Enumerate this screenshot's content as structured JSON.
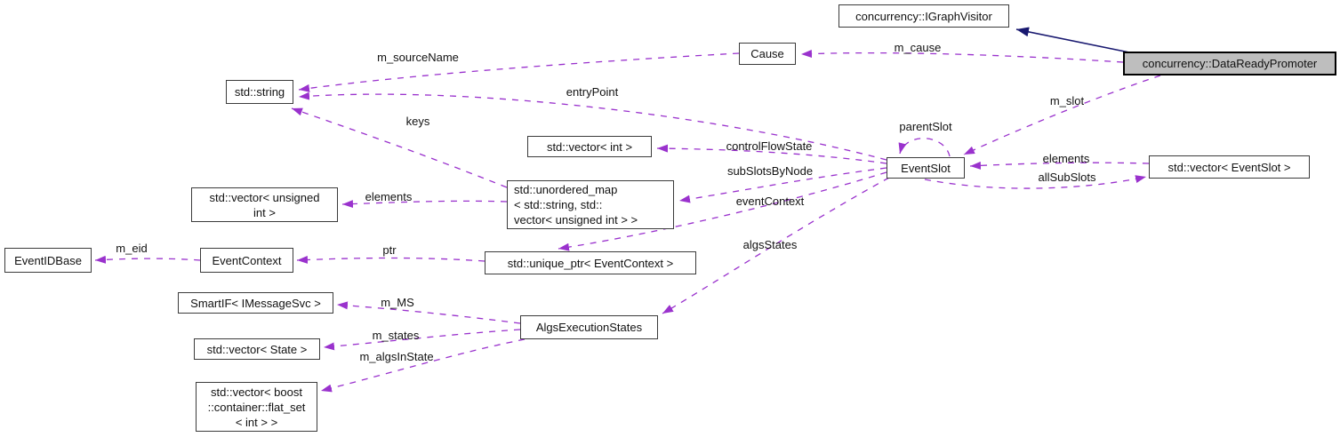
{
  "diagram": {
    "type": "collaboration-graph",
    "nodes": {
      "igraphvisitor": {
        "label": "concurrency::IGraphVisitor"
      },
      "datareadypromoter": {
        "label": "concurrency::DataReadyPromoter"
      },
      "cause": {
        "label": "Cause"
      },
      "stdstring": {
        "label": "std::string"
      },
      "vector_int": {
        "label": "std::vector< int >"
      },
      "unordered_map": {
        "line1": "std::unordered_map",
        "line2": "< std::string, std::",
        "line3": "vector< unsigned int > >"
      },
      "vector_unsigned": {
        "line1": "std::vector< unsigned",
        "line2": "int >"
      },
      "eventidbase": {
        "label": "EventIDBase"
      },
      "eventcontext": {
        "label": "EventContext"
      },
      "unique_ptr": {
        "label": "std::unique_ptr< EventContext >"
      },
      "smartif": {
        "label": "SmartIF< IMessageSvc >"
      },
      "vector_state": {
        "label": "std::vector< State >"
      },
      "algs_exec_states": {
        "label": "AlgsExecutionStates"
      },
      "vector_boost": {
        "line1": "std::vector< boost",
        "line2": "::container::flat_set",
        "line3": "< int > >"
      },
      "eventslot": {
        "label": "EventSlot"
      },
      "vector_eventslot": {
        "label": "std::vector< EventSlot >"
      }
    },
    "edge_labels": {
      "m_sourceName": "m_sourceName",
      "entryPoint": "entryPoint",
      "keys": "keys",
      "m_cause": "m_cause",
      "m_slot": "m_slot",
      "parentSlot": "parentSlot",
      "controlFlowState": "controlFlowState",
      "subSlotsByNode": "subSlotsByNode",
      "elements_right": "elements",
      "allSubSlots": "allSubSlots",
      "eventContext": "eventContext",
      "elements_left": "elements",
      "algsStates": "algsStates",
      "ptr": "ptr",
      "m_eid": "m_eid",
      "m_MS": "m_MS",
      "m_states": "m_states",
      "m_algsInState": "m_algsInState"
    },
    "colors": {
      "edge": "#9a32cd",
      "inheritance": "#191970",
      "node_border": "#3b3b3b",
      "highlight_fill": "#bebebe",
      "background": "#ffffff"
    }
  }
}
